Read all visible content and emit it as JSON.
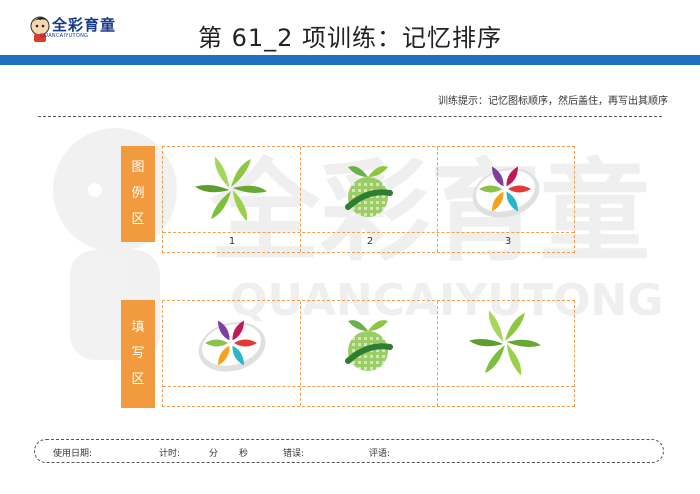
{
  "header": {
    "logo_text": "全彩育童",
    "logo_sub": "QUANCAIYUTONG",
    "title": "第 61_2 项训练：记忆排序"
  },
  "hint": "训练提示：记忆图标顺序，然后盖住，再写出其顺序",
  "watermark": {
    "brand": "全彩育童",
    "latin": "QUANCAIYUTONG"
  },
  "example_section": {
    "label": [
      "图",
      "例",
      "区"
    ],
    "items": [
      {
        "icon": "pinwheel-leaf-icon",
        "number": "1"
      },
      {
        "icon": "sprout-ball-icon",
        "number": "2"
      },
      {
        "icon": "color-petal-icon",
        "number": "3"
      }
    ]
  },
  "fill_section": {
    "label": [
      "填",
      "写",
      "区"
    ],
    "items": [
      {
        "icon": "color-petal-icon"
      },
      {
        "icon": "sprout-ball-icon"
      },
      {
        "icon": "pinwheel-leaf-icon"
      }
    ]
  },
  "footer": {
    "date_label": "使用日期:",
    "time_label": "计时:",
    "minute_label": "分",
    "second_label": "秒",
    "error_label": "错误:",
    "comment_label": "评语:"
  },
  "colors": {
    "accent_blue": "#1f6fbf",
    "label_orange": "#f19a3e",
    "grid_orange": "#f0a050"
  }
}
